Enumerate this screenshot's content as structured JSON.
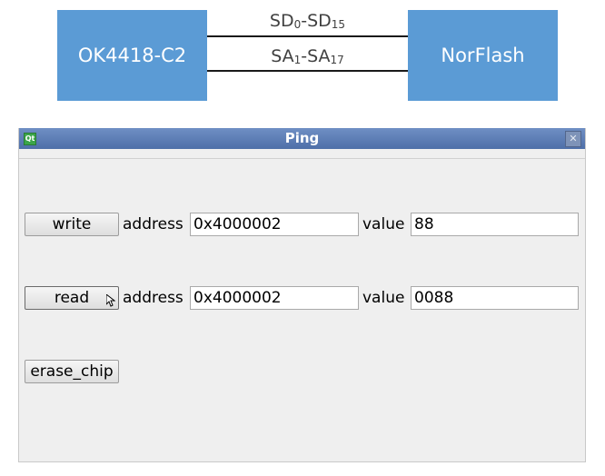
{
  "diagram": {
    "left_block": "OK4418-C2",
    "right_block": "NorFlash",
    "bus1": {
      "prefix": "SD",
      "start_sub": "0",
      "mid": "-SD",
      "end_sub": "15"
    },
    "bus2": {
      "prefix": "SA",
      "start_sub": "1",
      "mid": "-SA",
      "end_sub": "17"
    },
    "block_color": "#5b9bd5"
  },
  "window": {
    "title": "Ping",
    "app_icon": "qt-icon",
    "close_icon": "close-icon",
    "titlebar_color": "#5a7bb4"
  },
  "rows": {
    "write": {
      "button": "write",
      "address_label": "address",
      "address_value": "0x4000002",
      "value_label": "value",
      "value_value": "88"
    },
    "read": {
      "button": "read",
      "address_label": "address",
      "address_value": "0x4000002",
      "value_label": "value",
      "value_value": "0088"
    },
    "erase": {
      "button": "erase_chip"
    }
  }
}
